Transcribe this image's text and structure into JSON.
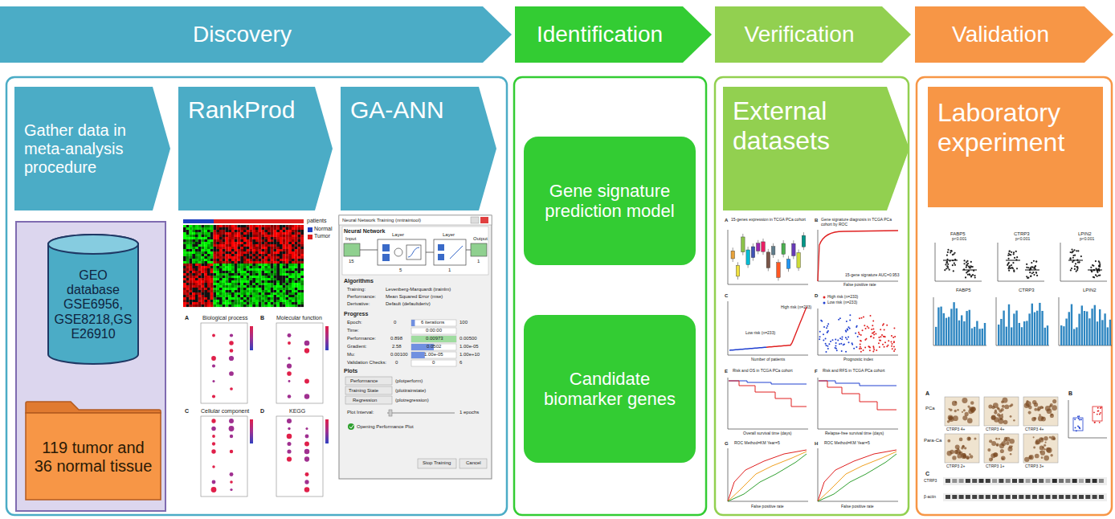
{
  "diagram": {
    "nodes": [
      {
        "text": [
          "Discovery"
        ]
      },
      {
        "text": [
          "Identification"
        ]
      },
      {
        "text": [
          "Verification"
        ]
      },
      {
        "text": [
          "Validation"
        ]
      },
      {
        "text": [
          "Gather data in meta-analysis procedure"
        ]
      },
      {
        "text": [
          "RankProd"
        ]
      },
      {
        "text": [
          "GA-ANN"
        ]
      },
      {
        "text": [
          "GEO database GSE6956, GSE8218,GS E26910"
        ]
      },
      {
        "text": [
          "119 tumor and 36 normal tissue"
        ]
      },
      {
        "text": [
          "Gene signature prediction model"
        ]
      },
      {
        "text": [
          "Candidate biomarker genes"
        ]
      },
      {
        "text": [
          "External datasets"
        ]
      },
      {
        "text": [
          "Laboratory experiment"
        ]
      }
    ],
    "labels": [
      "patients",
      "Neural Network Training (nntraintool)",
      "Neural Network",
      "Input",
      "Layer",
      "Layer",
      "Output",
      "15",
      "5",
      "1",
      "1",
      "Algorithms",
      "Training:",
      "Levenberg-Marquardt (trainlm)",
      "Performance:",
      "Mean Squared Error (mse)",
      "Derivative:",
      "Default (defaultderiv)",
      "Progress",
      "Epoch:",
      "0",
      "6 iterations",
      "100",
      "Time:",
      "0:00:00",
      "Performance:",
      "0.898",
      "0.00973",
      "0.00500",
      "Gradient:",
      "2.58",
      "0.0502",
      "1.00e-05",
      "Mu:",
      "0.00100",
      "1.00e-05",
      "1.00e+10",
      "Validation Checks:",
      "0",
      "0",
      "6",
      "Plots",
      "Performance",
      "(plotperform)",
      "Training State",
      "(plottrainstate)",
      "Regression",
      "(plotregression)",
      "Plot Interval:",
      "1 epochs",
      "Opening Performance Plot",
      "Stop Training",
      "Cancel",
      "A",
      "Biological process",
      "B",
      "Molecular function",
      "C",
      "Cellular component",
      "D",
      "KEGG",
      "A",
      "15-genes expression in TCGA PCa cohort",
      "B",
      "Gene signature diagnosis in TCGA PCa cohort by ROC",
      "15-gene signature AUC=0.953",
      "False positive rate",
      "C",
      "Low risk (n=233)",
      "High risk (n=233)",
      "Number of patients",
      "D",
      "High risk (n=233)",
      "Low risk (n=233)",
      "Prognostic index",
      "E",
      "Risk and OS in TCGA PCa cohort",
      "Overall survival time (days)",
      "F",
      "Risk and RFS in TCGA PCa cohort",
      "Relapse-free survival time (days)",
      "G",
      "ROC Method=KM Year=5",
      "False positive rate",
      "H",
      "ROC Method=KM Year=5",
      "False positive rate",
      "FABP5",
      "p<0.001",
      "CTRP3",
      "p<0.001",
      "LPIN2",
      "p<0.001",
      "FABP5",
      "CTRP3",
      "LPIN2",
      "A",
      "PCa",
      "Para-Ca",
      "CTRP3 4+",
      "CTRP3 4+",
      "CTRP3 4+",
      "CTRP3 2+",
      "CTRP3 1+",
      "CTRP3 3+",
      "B",
      "C",
      "CTRP3",
      "β-actin"
    ],
    "legend": [
      {
        "text": "Normal",
        "color": "#1f3fbf"
      },
      {
        "text": "Tumor",
        "color": "#e02020"
      }
    ]
  }
}
